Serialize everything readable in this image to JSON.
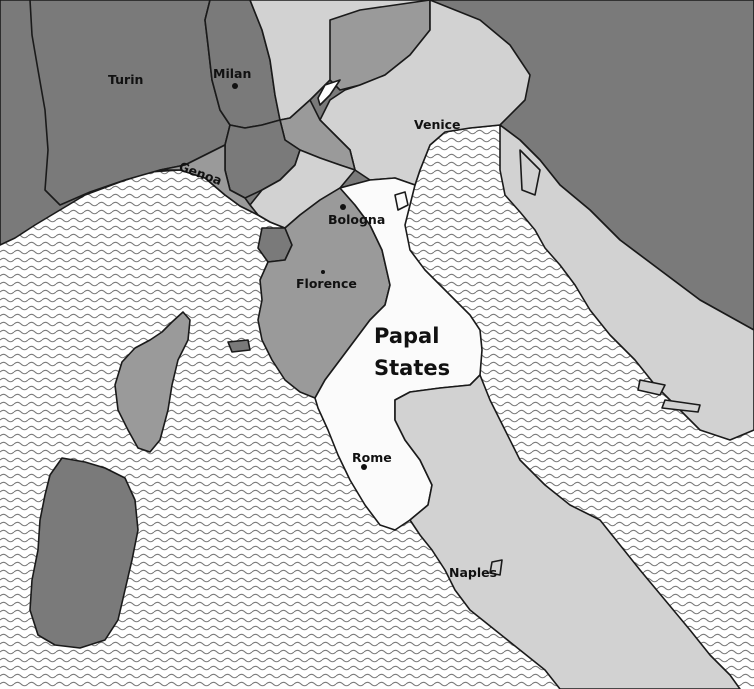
{
  "colors": {
    "sea_base": "#ffffff",
    "sea_wave": "#7a7a7a",
    "land_dark": "#7a7a7a",
    "land_mid": "#9a9a9a",
    "land_light": "#d2d2d2",
    "papal_states": "#fbfbfb",
    "border": "#1a1a1a",
    "text": "#111111"
  },
  "cities": {
    "turin": "Turin",
    "milan": "Milan",
    "venice": "Venice",
    "genoa": "Genoa",
    "bologna": "Bologna",
    "florence": "Florence",
    "rome": "Rome",
    "naples": "Naples"
  },
  "regions": {
    "papal_states_line1": "Papal",
    "papal_states_line2": "States"
  }
}
